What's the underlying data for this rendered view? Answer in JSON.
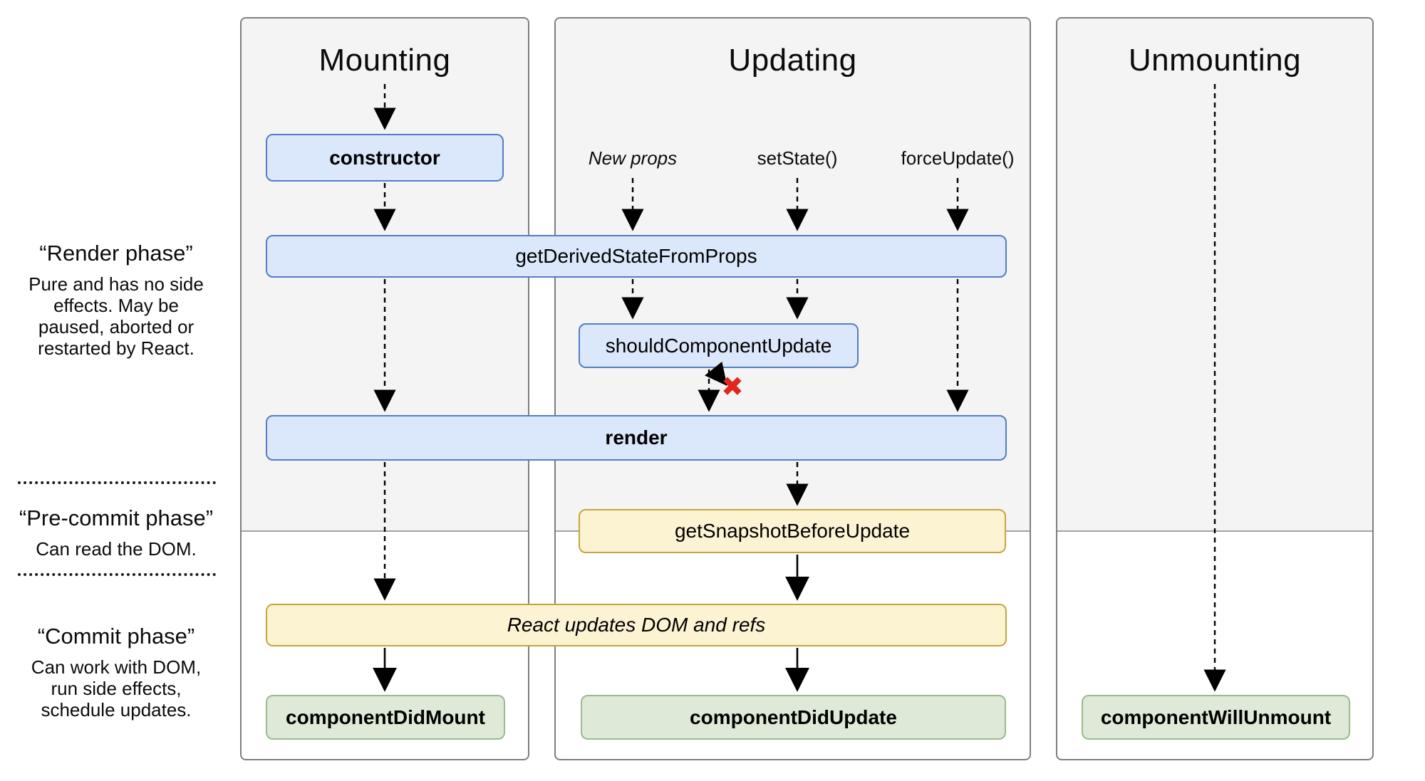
{
  "diagram": {
    "columns": [
      {
        "title": "Mounting"
      },
      {
        "title": "Updating"
      },
      {
        "title": "Unmounting"
      }
    ],
    "phases": [
      {
        "title": "“Render phase”",
        "description": "Pure and has no side\neffects. May be\npaused, aborted or\nrestarted by React."
      },
      {
        "title": "“Pre-commit phase”",
        "description": "Can read the DOM."
      },
      {
        "title": "“Commit phase”",
        "description": "Can work with DOM,\nrun side effects,\nschedule updates."
      }
    ],
    "triggers": [
      {
        "label": "New props"
      },
      {
        "label": "setState()"
      },
      {
        "label": "forceUpdate()"
      }
    ],
    "boxes": {
      "constructor": "constructor",
      "getDerivedStateFromProps": "getDerivedStateFromProps",
      "shouldComponentUpdate": "shouldComponentUpdate",
      "render": "render",
      "getSnapshotBeforeUpdate": "getSnapshotBeforeUpdate",
      "reactUpdates": "React updates DOM and refs",
      "componentDidMount": "componentDidMount",
      "componentDidUpdate": "componentDidUpdate",
      "componentWillUnmount": "componentWillUnmount"
    },
    "skip_icon": "✖"
  },
  "colors": {
    "blue_fill": "#DBE7FA",
    "blue_border": "#527EC6",
    "yellow_fill": "#FCF3D3",
    "yellow_border": "#C7A43B",
    "green_fill": "#DFE9D8",
    "green_border": "#9ABA8F",
    "red": "#E2261D",
    "panel_border": "#7E7E7E",
    "panel_shade": "#F4F4F5",
    "shade_divider": "#A3A3A3"
  }
}
